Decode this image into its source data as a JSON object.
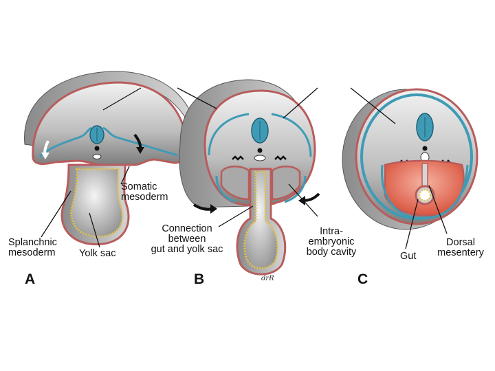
{
  "panels": [
    "A",
    "B",
    "C"
  ],
  "labels": {
    "somatic_mesoderm": [
      "Somatic",
      "mesoderm"
    ],
    "splanchnic_mesoderm": [
      "Splanchnic",
      "mesoderm"
    ],
    "yolk_sac": "Yolk sac",
    "connection": [
      "Connection",
      "between",
      "gut and yolk sac"
    ],
    "body_cavity": [
      "Intra-",
      "embryonic",
      "body cavity"
    ],
    "gut": "Gut",
    "dorsal_mesentery": [
      "Dorsal",
      "mesentery"
    ]
  },
  "signature": "drR",
  "colors": {
    "ectoderm_gray": "#9e9e9e",
    "mesoderm_red": "#b85c5c",
    "neural_blue": "#3f9bb5",
    "endoderm_yellow": "#e3c24a",
    "cavity_pink": "#e87a6a"
  }
}
